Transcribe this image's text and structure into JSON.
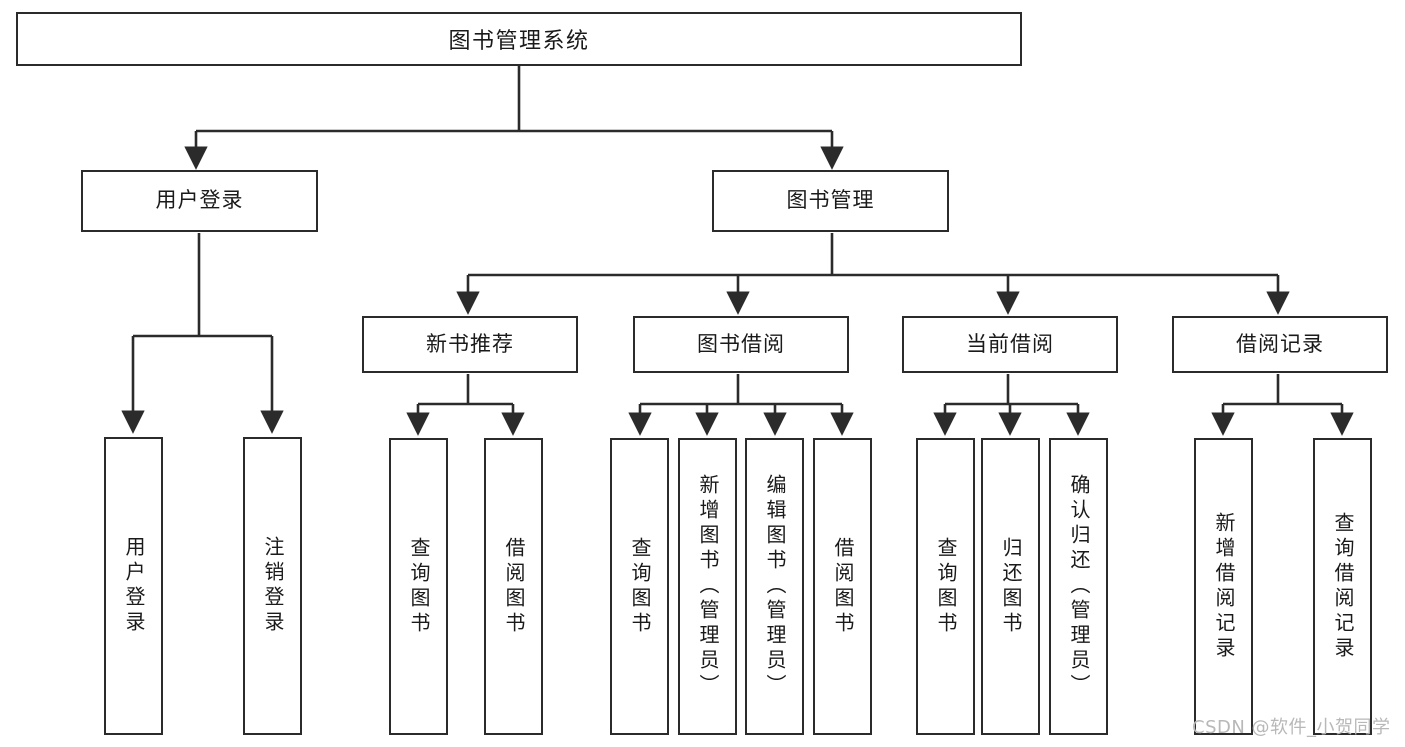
{
  "diagram": {
    "title": "图书管理系统",
    "type": "hierarchy-tree",
    "edge_color": "#2b2b2b",
    "box_border_color": "#2b2b2b",
    "box_fill_color": "#ffffff",
    "text_color": "#1a1a1a"
  },
  "root": {
    "label": "图书管理系统"
  },
  "level2": [
    {
      "label": "用户登录"
    },
    {
      "label": "图书管理"
    }
  ],
  "level3": [
    {
      "label": "新书推荐"
    },
    {
      "label": "图书借阅"
    },
    {
      "label": "当前借阅"
    },
    {
      "label": "借阅记录"
    }
  ],
  "leaves": {
    "user_login": [
      {
        "label": "用户登录"
      },
      {
        "label": "注销登录"
      }
    ],
    "new_book_recommend": [
      {
        "label": "查询图书"
      },
      {
        "label": "借阅图书"
      }
    ],
    "book_borrow": [
      {
        "label": "查询图书"
      },
      {
        "label": "新增图书（管理员）"
      },
      {
        "label": "编辑图书（管理员）"
      },
      {
        "label": "借阅图书"
      }
    ],
    "current_borrow": [
      {
        "label": "查询图书"
      },
      {
        "label": "归还图书"
      },
      {
        "label": "确认归还（管理员）"
      }
    ],
    "borrow_record": [
      {
        "label": "新增借阅记录"
      },
      {
        "label": "查询借阅记录"
      }
    ]
  },
  "watermark": {
    "text": "CSDN @软件_小贺同学"
  }
}
